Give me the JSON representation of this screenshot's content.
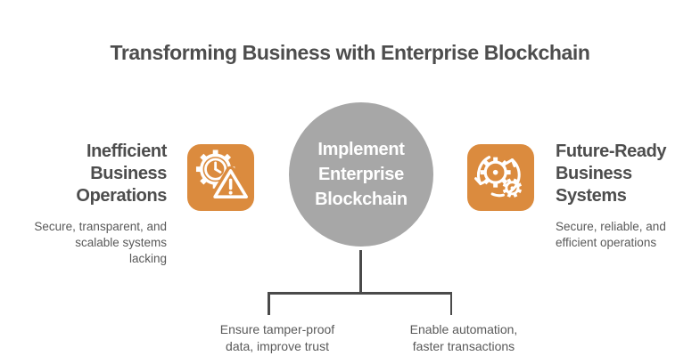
{
  "title": "Transforming Business with Enterprise Blockchain",
  "colors": {
    "accent_orange": "#DB8B3E",
    "circle_gray": "#A7A7A7",
    "heading_gray": "#4D4D4D",
    "body_gray": "#595959",
    "line_gray": "#4A4A4A"
  },
  "left_node": {
    "heading": "Inefficient\nBusiness\nOperations",
    "subtitle": "Secure, transparent, and\nscalable systems\nlacking",
    "icon": "gear-warning-icon"
  },
  "center_node": {
    "label": "Implement\nEnterprise\nBlockchain"
  },
  "right_node": {
    "heading": "Future-Ready\nBusiness\nSystems",
    "subtitle": "Secure, reliable, and\nefficient operations",
    "icon": "gears-sync-icon"
  },
  "outcomes": [
    {
      "label": "Ensure tamper-proof\ndata, improve trust"
    },
    {
      "label": "Enable automation,\nfaster transactions"
    }
  ]
}
